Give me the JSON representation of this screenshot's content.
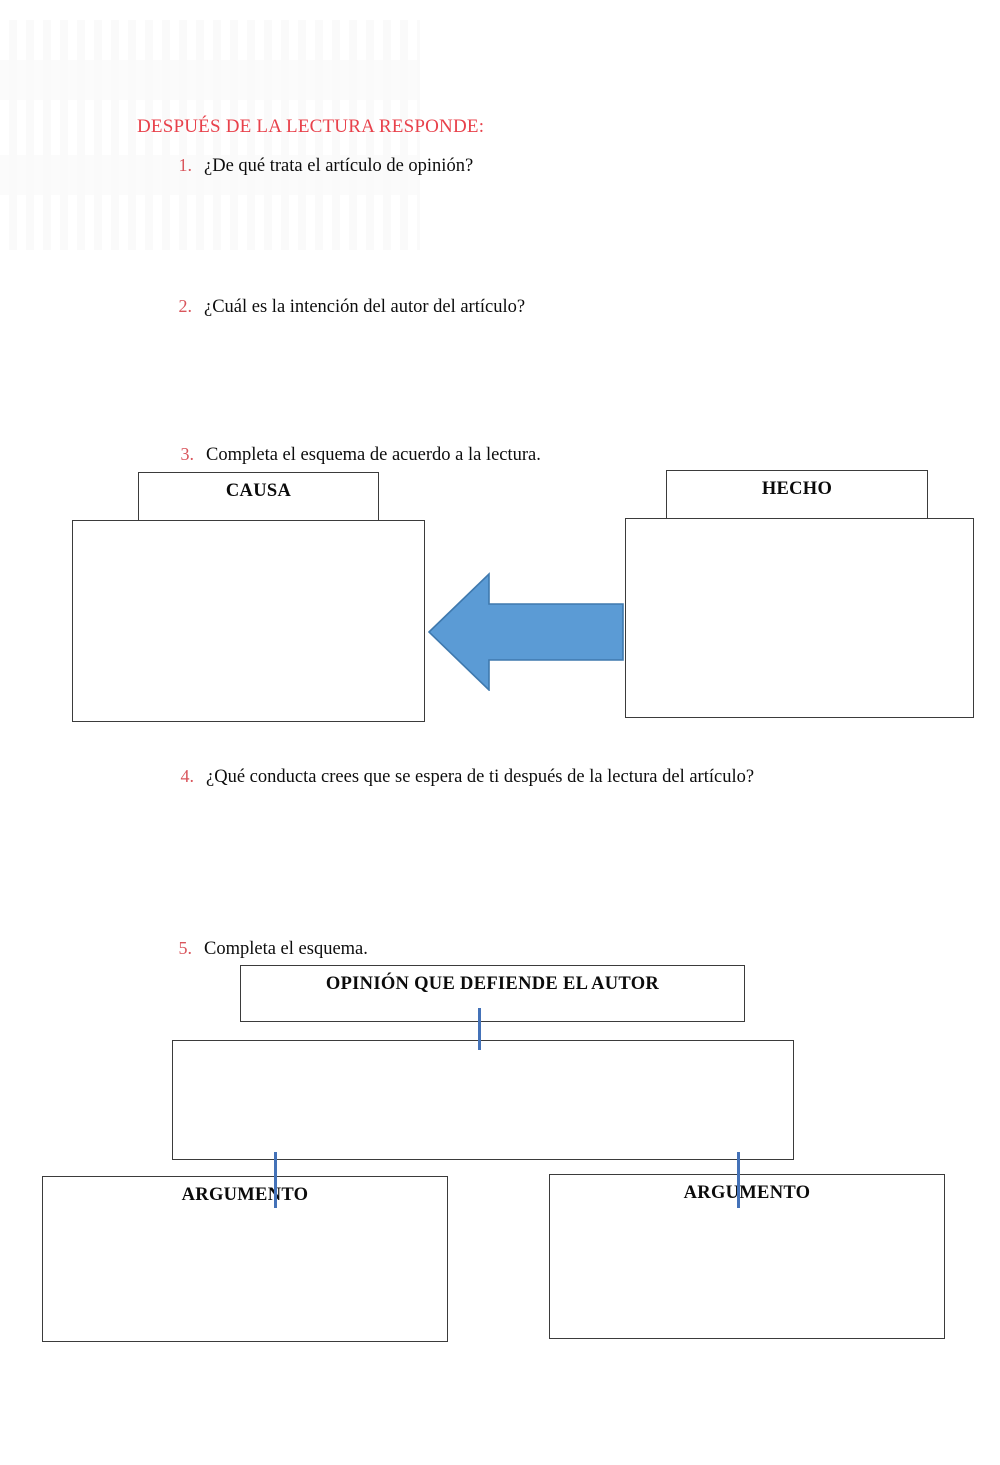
{
  "worksheet": {
    "heading": "DESPUÉS DE LA LECTURA RESPONDE:",
    "questions": [
      {
        "number": "1.",
        "text": "¿De qué trata el artículo de opinión?"
      },
      {
        "number": "2.",
        "text": "¿Cuál es la intención del autor del artículo?"
      },
      {
        "number": "3.",
        "text": "Completa el esquema de acuerdo a la lectura."
      },
      {
        "number": "4.",
        "text": "¿Qué conducta crees que se espera de ti después de la lectura del artículo?"
      },
      {
        "number": "5.",
        "text": "Completa el esquema."
      }
    ]
  },
  "diagram_cause_effect": {
    "cause_label": "CAUSA",
    "cause_answer": "",
    "effect_label": "HECHO",
    "effect_answer": "",
    "arrow": {
      "name": "left-arrow",
      "direction": "left",
      "fill": "#5B9BD5",
      "stroke": "#3F79AE"
    }
  },
  "diagram_opinion": {
    "opinion_label": "OPINIÓN QUE DEFIENDE EL AUTOR",
    "opinion_answer": "",
    "arguments": [
      {
        "label": "ARGUMENTO",
        "answer": ""
      },
      {
        "label": "ARGUMENTO",
        "answer": ""
      }
    ],
    "connector_color": "#4472B8"
  },
  "colors": {
    "heading_red": "#E8414B",
    "number_red": "#D9555C",
    "body_text": "#0D0D0D",
    "box_border": "#3B3B3B",
    "page_background": "#FFFFFF"
  }
}
